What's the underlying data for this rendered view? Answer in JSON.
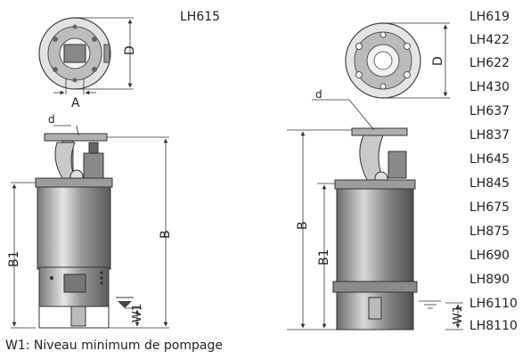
{
  "header": {
    "left_model": "LH615"
  },
  "models_right": [
    "LH619",
    "LH422",
    "LH622",
    "LH430",
    "LH637",
    "LH837",
    "LH645",
    "LH845",
    "LH675",
    "LH875",
    "LH690",
    "LH890",
    "LH6110",
    "LH8110"
  ],
  "dimensions": {
    "D": "D",
    "A": "A",
    "d": "d",
    "B": "B",
    "B1": "B1",
    "W1": "W1"
  },
  "footnote": "W1: Niveau minimum de pompage"
}
